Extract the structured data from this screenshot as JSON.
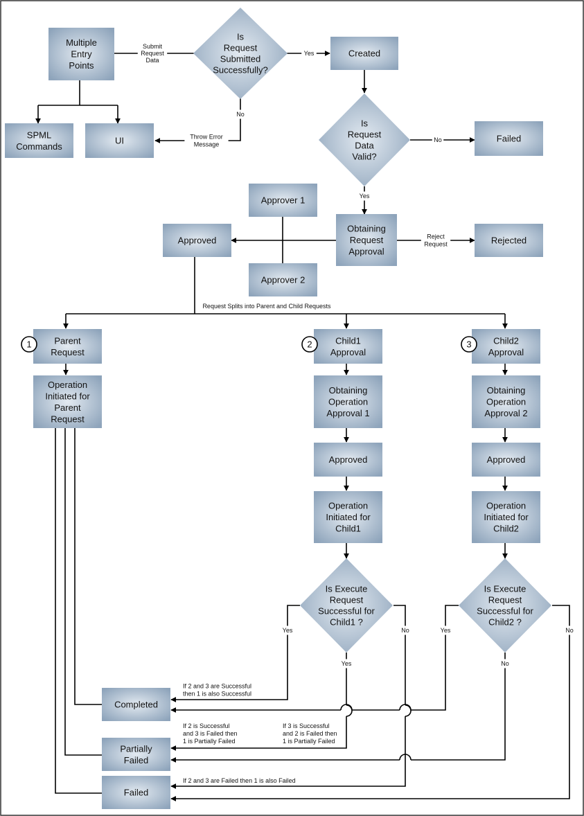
{
  "colors": {
    "box_edge": "#8ea4bb",
    "box_center": "#e3eaf1",
    "line": "#000000",
    "border": "#333333"
  },
  "nodes": {
    "multiple_entry": [
      "Multiple",
      "Entry",
      "Points"
    ],
    "is_submitted": [
      "Is",
      "Request",
      "Submitted",
      "Successfully?"
    ],
    "created": [
      "Created"
    ],
    "spml": [
      "SPML",
      "Commands"
    ],
    "ui": [
      "UI"
    ],
    "is_valid": [
      "Is",
      "Request",
      "Data",
      "Valid?"
    ],
    "failed_top": [
      "Failed"
    ],
    "approver1": [
      "Approver 1"
    ],
    "approver2": [
      "Approver 2"
    ],
    "approved_main": [
      "Approved"
    ],
    "obtaining_approval": [
      "Obtaining",
      "Request",
      "Approval"
    ],
    "rejected": [
      "Rejected"
    ],
    "parent_request": [
      "Parent",
      "Request"
    ],
    "op_parent": [
      "Operation",
      "Initiated for",
      "Parent",
      "Request"
    ],
    "child1_approval": [
      "Child1",
      "Approval"
    ],
    "obtain_op1": [
      "Obtaining",
      "Operation",
      "Approval 1"
    ],
    "approved_c1": [
      "Approved"
    ],
    "op_child1": [
      "Operation",
      "Initiated for",
      "Child1"
    ],
    "is_exec_c1": [
      "Is Execute",
      "Request",
      "Successful for",
      "Child1 ?"
    ],
    "child2_approval": [
      "Child2",
      "Approval"
    ],
    "obtain_op2": [
      "Obtaining",
      "Operation",
      "Approval 2"
    ],
    "approved_c2": [
      "Approved"
    ],
    "op_child2": [
      "Operation",
      "Initiated for",
      "Child2"
    ],
    "is_exec_c2": [
      "Is Execute",
      "Request",
      "Successful for",
      "Child2 ?"
    ],
    "completed": [
      "Completed"
    ],
    "partially_failed": [
      "Partially",
      "Failed"
    ],
    "failed_bottom": [
      "Failed"
    ]
  },
  "markers": [
    "1",
    "2",
    "3"
  ],
  "labels": {
    "submit_data": [
      "Submit",
      "Request",
      "Data"
    ],
    "yes_created": [
      "Yes"
    ],
    "no_submit": [
      "No"
    ],
    "throw_error": [
      "Throw Error",
      "Message"
    ],
    "no_valid": [
      "No"
    ],
    "yes_valid": [
      "Yes"
    ],
    "reject_request": [
      "Reject",
      "Request"
    ],
    "splits": [
      "Request Splits into Parent and Child Requests"
    ],
    "yes_c1": [
      "Yes"
    ],
    "no_c1": [
      "No"
    ],
    "yes_c1_bottom": [
      "Yes"
    ],
    "yes_c2": [
      "Yes"
    ],
    "no_c2_right": [
      "No"
    ],
    "no_c2_bottom": [
      "No"
    ],
    "both_success": [
      "If 2 and 3 are Successful",
      "then 1 is also Successful"
    ],
    "two_success": [
      "If 2 is Successful",
      "and 3 is Failed then",
      "1 is Partially Failed"
    ],
    "three_success": [
      "If 3 is Successful",
      "and 2 is Failed then",
      "1 is Partially Failed"
    ],
    "both_failed": [
      "If 2 and 3 are Failed then 1 is also Failed"
    ]
  }
}
